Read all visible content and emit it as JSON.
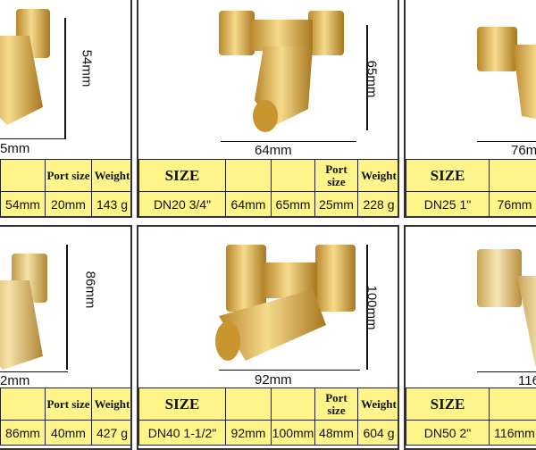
{
  "panels": [
    {
      "id": "p1",
      "dims": {
        "horizontal": "5mm",
        "vertical": "54mm"
      },
      "table": {
        "header": [
          "",
          "",
          "Port size",
          "Weight"
        ],
        "row": [
          "",
          "54mm",
          "20mm",
          "143 g"
        ]
      }
    },
    {
      "id": "p2",
      "dims": {
        "horizontal": "64mm",
        "vertical": "65mm"
      },
      "table": {
        "header": [
          "SIZE",
          "",
          "",
          "Port size",
          "Weight"
        ],
        "row": [
          "DN20  3/4\"",
          "64mm",
          "65mm",
          "25mm",
          "228 g"
        ]
      }
    },
    {
      "id": "p3",
      "dims": {
        "horizontal": "76m",
        "vertical": ""
      },
      "table": {
        "header": [
          "SIZE",
          ""
        ],
        "row": [
          "DN25   1\"",
          "76mm"
        ]
      }
    },
    {
      "id": "p4",
      "dims": {
        "horizontal": "2mm",
        "vertical": "86mm"
      },
      "table": {
        "header": [
          "",
          "",
          "Port size",
          "Weight"
        ],
        "row": [
          "",
          "86mm",
          "40mm",
          "427 g"
        ]
      }
    },
    {
      "id": "p5",
      "dims": {
        "horizontal": "92mm",
        "vertical": "100mm"
      },
      "table": {
        "header": [
          "SIZE",
          "",
          "",
          "Port size",
          "Weight"
        ],
        "row": [
          "DN40 1-1/2\"",
          "92mm",
          "100mm",
          "48mm",
          "604 g"
        ]
      }
    },
    {
      "id": "p6",
      "dims": {
        "horizontal": "116",
        "vertical": ""
      },
      "table": {
        "header": [
          "SIZE",
          ""
        ],
        "row": [
          "DN50   2\"",
          "116mm"
        ]
      }
    }
  ],
  "colors": {
    "table_bg": "#fdf58a",
    "brass_light": "#f3d27a",
    "brass_dark": "#b9862c"
  }
}
